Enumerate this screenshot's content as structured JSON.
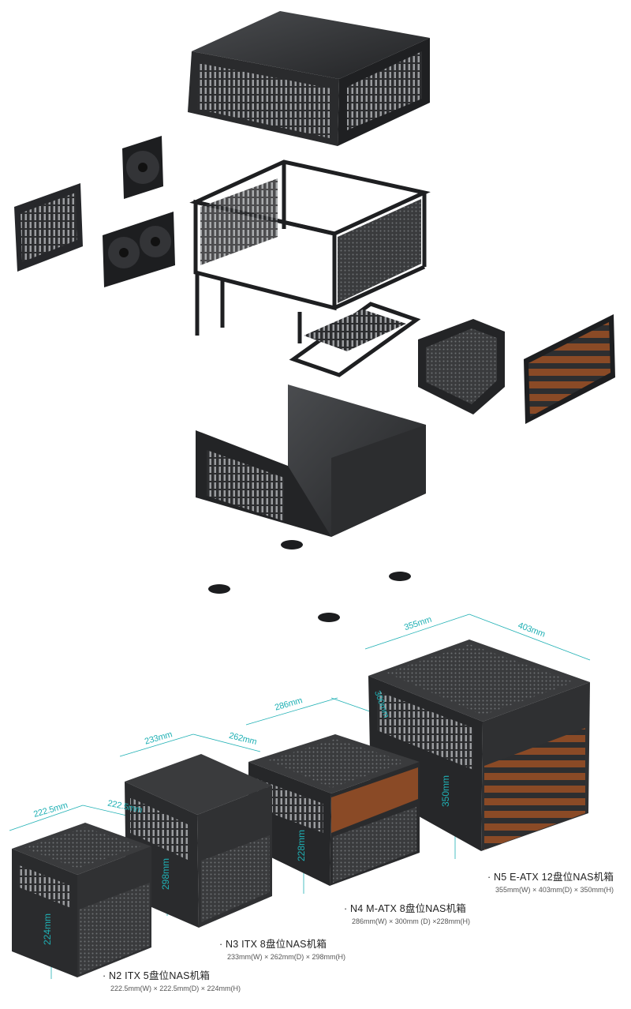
{
  "dimensions": {
    "n5_width": "355mm",
    "n5_depth": "403mm",
    "n5_height": "350mm",
    "n4_width": "286mm",
    "n4_depth": "300mm",
    "n4_height": "228mm",
    "n3_width": "233mm",
    "n3_depth": "262mm",
    "n3_height": "298mm",
    "n2_width": "222.5mm",
    "n2_depth": "222.5mm",
    "n2_height": "224mm"
  },
  "products": [
    {
      "title": "· N5  E-ATX  12盘位NAS机箱",
      "spec": "355mm(W) × 403mm(D) × 350mm(H)"
    },
    {
      "title": "· N4  M-ATX  8盘位NAS机箱",
      "spec": "286mm(W) × 300mm (D) ×228mm(H)"
    },
    {
      "title": "· N3  ITX  8盘位NAS机箱",
      "spec": "233mm(W) × 262mm(D) × 298mm(H)"
    },
    {
      "title": "· N2  ITX  5盘位NAS机箱",
      "spec": "222.5mm(W) × 222.5mm(D) × 224mm(H)"
    }
  ],
  "colors": {
    "accent": "#1fb0b4",
    "case": "#2a2b2d",
    "wood": "#8a4a26"
  }
}
